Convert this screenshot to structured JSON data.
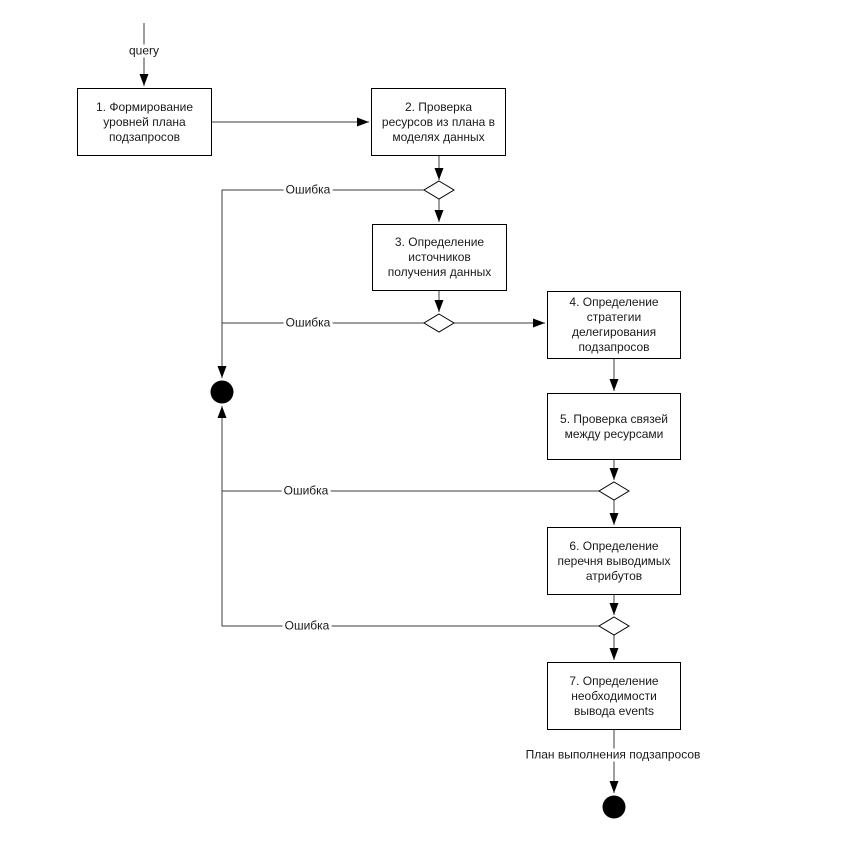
{
  "diagram": {
    "start_label": "query",
    "output_label": "План выполнения подзапросов",
    "edge_labels": {
      "error": "Ошибка"
    },
    "nodes": [
      {
        "label": "1. Формирование\nуровней плана\nподзапросов"
      },
      {
        "label": "2. Проверка\nресурсов из плана в\nмоделях данных"
      },
      {
        "label": "3. Определение\nисточников\nполучения данных"
      },
      {
        "label": "4. Определение\nстратегии\nделегирования\nподзапросов"
      },
      {
        "label": "5. Проверка связей\nмежду ресурсами"
      },
      {
        "label": "6. Определение\nперечня выводимых\nатрибутов"
      },
      {
        "label": "7. Определение\nнеобходимости\nвывода events"
      }
    ],
    "decision_count": "4",
    "colors": {
      "node_fill": "#ffffff",
      "stroke": "#000000",
      "terminal_fill": "#000000",
      "background": "#ffffff"
    }
  }
}
